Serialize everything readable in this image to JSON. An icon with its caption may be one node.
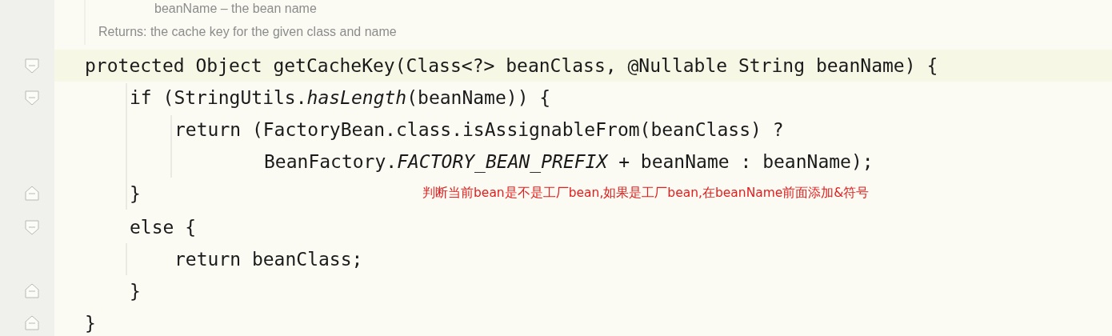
{
  "diagram": {
    "labels": [
      "beanName – the bean name",
      "Returns: the cache key for the given class and name",
      "protected Object getCacheKey(Class<?> beanClass, @Nullable String beanName) {",
      "if (StringUtils.*hasLength*(beanName)) {",
      "return (FactoryBean.class.isAssignableFrom(beanClass) ?",
      "BeanFactory.*FACTORY_BEAN_PREFIX* + beanName : beanName);",
      "}",
      "判断当前bean是不是工厂bean,如果是工厂bean,在beanName前面添加&符号",
      "else {",
      "return beanClass;",
      "}",
      "}"
    ]
  }
}
